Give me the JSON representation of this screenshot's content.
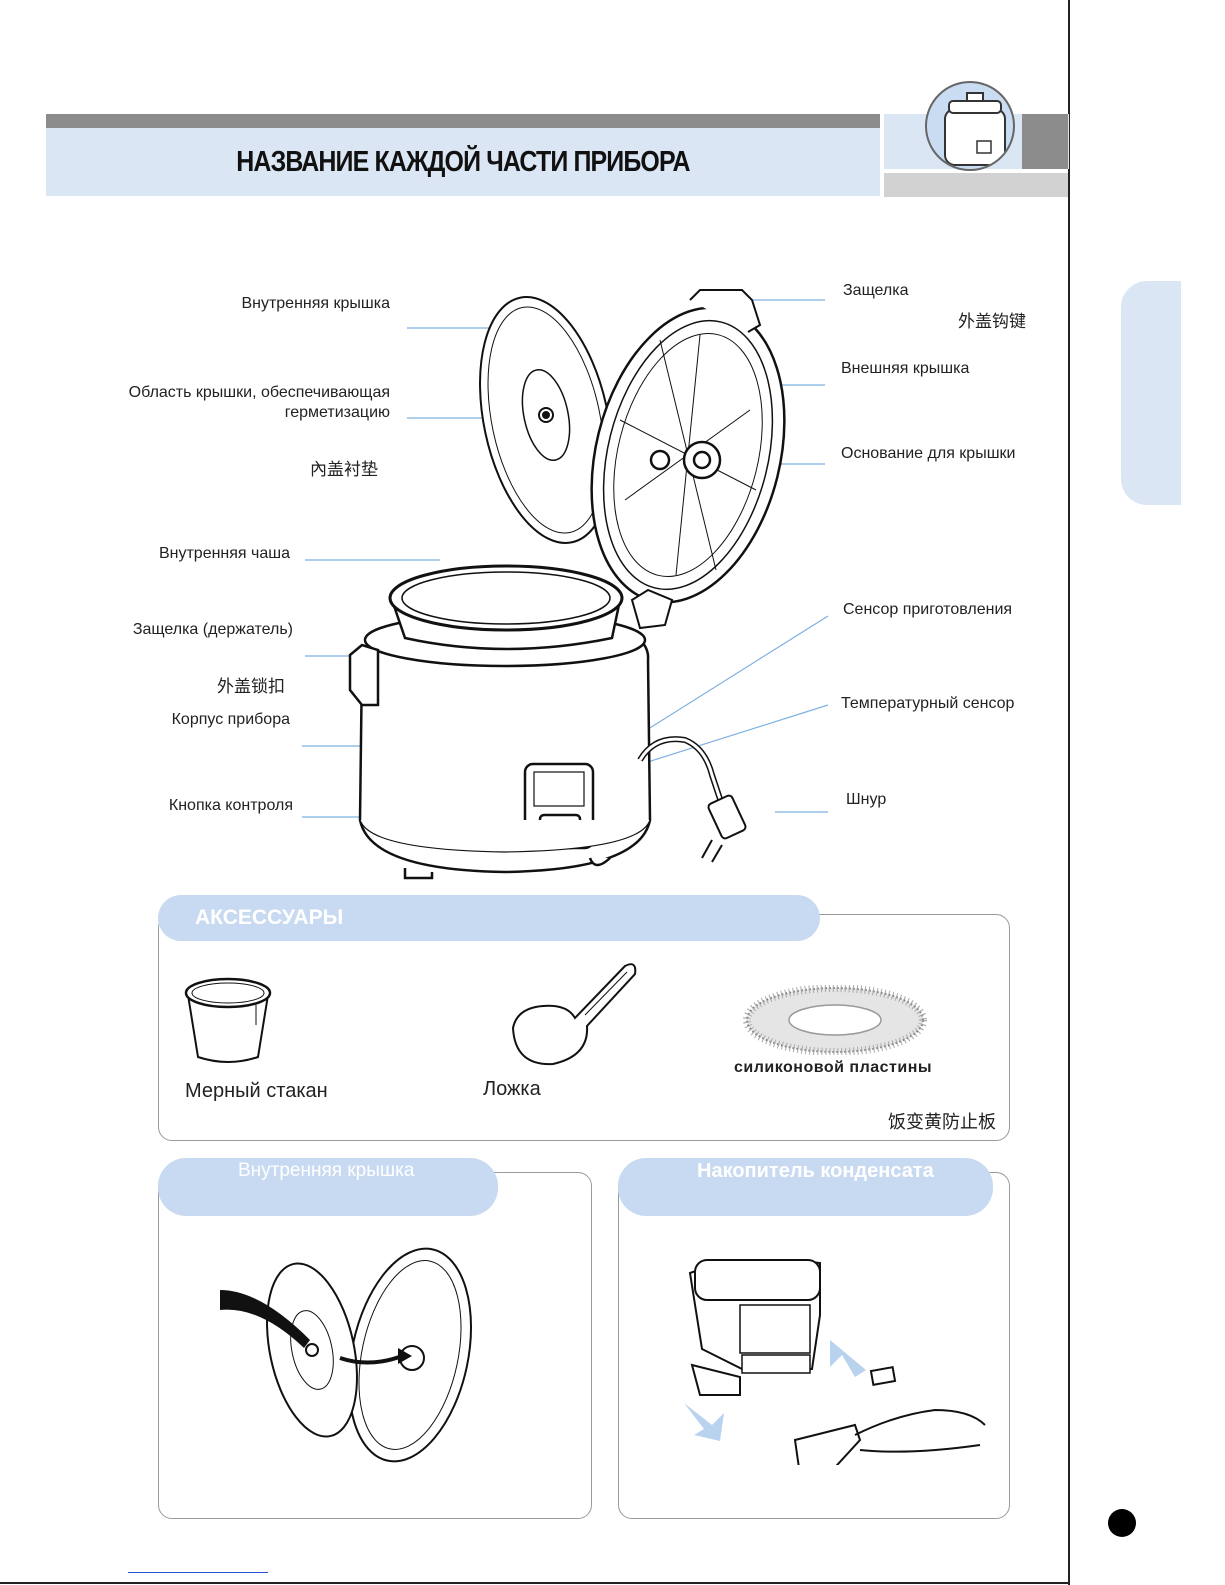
{
  "header": {
    "title": "НАЗВАНИЕ КАЖДОЙ ЧАСТИ ПРИБОРА"
  },
  "parts": {
    "inner_lid": "Внутренняя крышка",
    "seal_area": "Область крышки, обеспечивающая герметизацию",
    "seal_area_cn": "內盖衬垫",
    "inner_bowl": "Внутренняя чаша",
    "latch_holder": "Защелка (держатель)",
    "latch_holder_cn": "外盖锁扣",
    "body": "Корпус прибора",
    "control_button": "Кнопка контроля",
    "latch": "Защелка",
    "latch_cn": "外盖钩键",
    "outer_lid": "Внешняя крышка",
    "lid_base": "Основание для крышки",
    "cook_sensor": "Сенсор приготовления",
    "temp_sensor": "Температурный сенсор",
    "cord": "Шнур"
  },
  "accessories": {
    "title": "АКСЕССУАРЫ",
    "cup": "Мерный стакан",
    "spoon": "Ложка",
    "silicone": "силиконовой пластины",
    "silicone_cn": "饭变黄防止板"
  },
  "panels": {
    "inner_lid_title": "Внутренняя крышка",
    "condensate_title": "Накопитель конденсата"
  }
}
